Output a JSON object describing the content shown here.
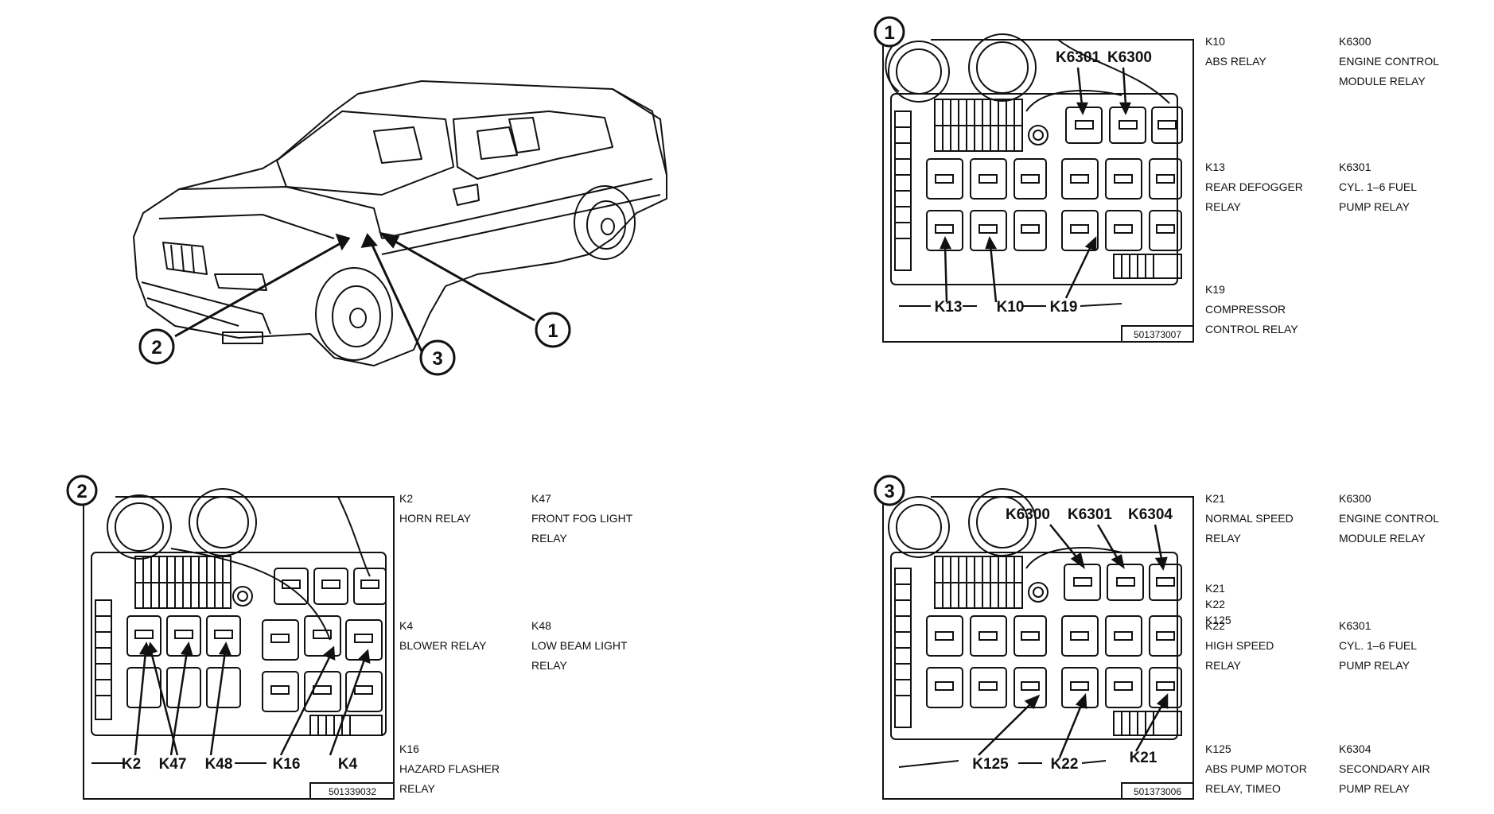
{
  "callouts": {
    "c1": "1",
    "c2": "2",
    "c3": "3"
  },
  "panel1": {
    "top_labels": [
      "K6301",
      "K6300"
    ],
    "bottom_labels": [
      "K13",
      "K10",
      "K19"
    ],
    "code": "501373007",
    "legend": [
      {
        "key": "K10",
        "desc": "ABS RELAY"
      },
      {
        "key": "K6300",
        "desc": "ENGINE CONTROL\nMODULE RELAY"
      },
      {
        "key": "K13",
        "desc": "REAR DEFOGGER\nRELAY"
      },
      {
        "key": "K6301",
        "desc": "CYL. 1–6 FUEL\nPUMP RELAY"
      },
      {
        "key": "K19",
        "desc": "COMPRESSOR\nCONTROL RELAY"
      }
    ]
  },
  "panel2": {
    "bottom_labels": [
      "K2",
      "K47",
      "K48",
      "K16",
      "K4"
    ],
    "code": "501339032",
    "legend": [
      {
        "key": "K2",
        "desc": "HORN RELAY"
      },
      {
        "key": "K47",
        "desc": "FRONT FOG LIGHT\nRELAY"
      },
      {
        "key": "K4",
        "desc": "BLOWER RELAY"
      },
      {
        "key": "K48",
        "desc": "LOW BEAM LIGHT\nRELAY"
      },
      {
        "key": "K16",
        "desc": "HAZARD FLASHER\nRELAY"
      }
    ]
  },
  "panel3": {
    "top_labels": [
      "K6300",
      "K6301",
      "K6304"
    ],
    "bottom_labels": [
      "K125",
      "K22",
      "K21"
    ],
    "code": "501373006",
    "legend": [
      {
        "key": "K21",
        "desc": "NORMAL SPEED\nRELAY"
      },
      {
        "key": "K6300",
        "desc": "ENGINE CONTROL\nMODULE RELAY"
      },
      {
        "key": "K21\nK22\nK125",
        "desc": ""
      },
      {
        "key": "K22",
        "desc": "HIGH SPEED\nRELAY"
      },
      {
        "key": "K6301",
        "desc": "CYL. 1–6 FUEL\nPUMP RELAY"
      },
      {
        "key": "K125",
        "desc": "ABS PUMP MOTOR\nRELAY, TIMEO"
      },
      {
        "key": "K6304",
        "desc": "SECONDARY AIR\nPUMP RELAY"
      }
    ]
  }
}
